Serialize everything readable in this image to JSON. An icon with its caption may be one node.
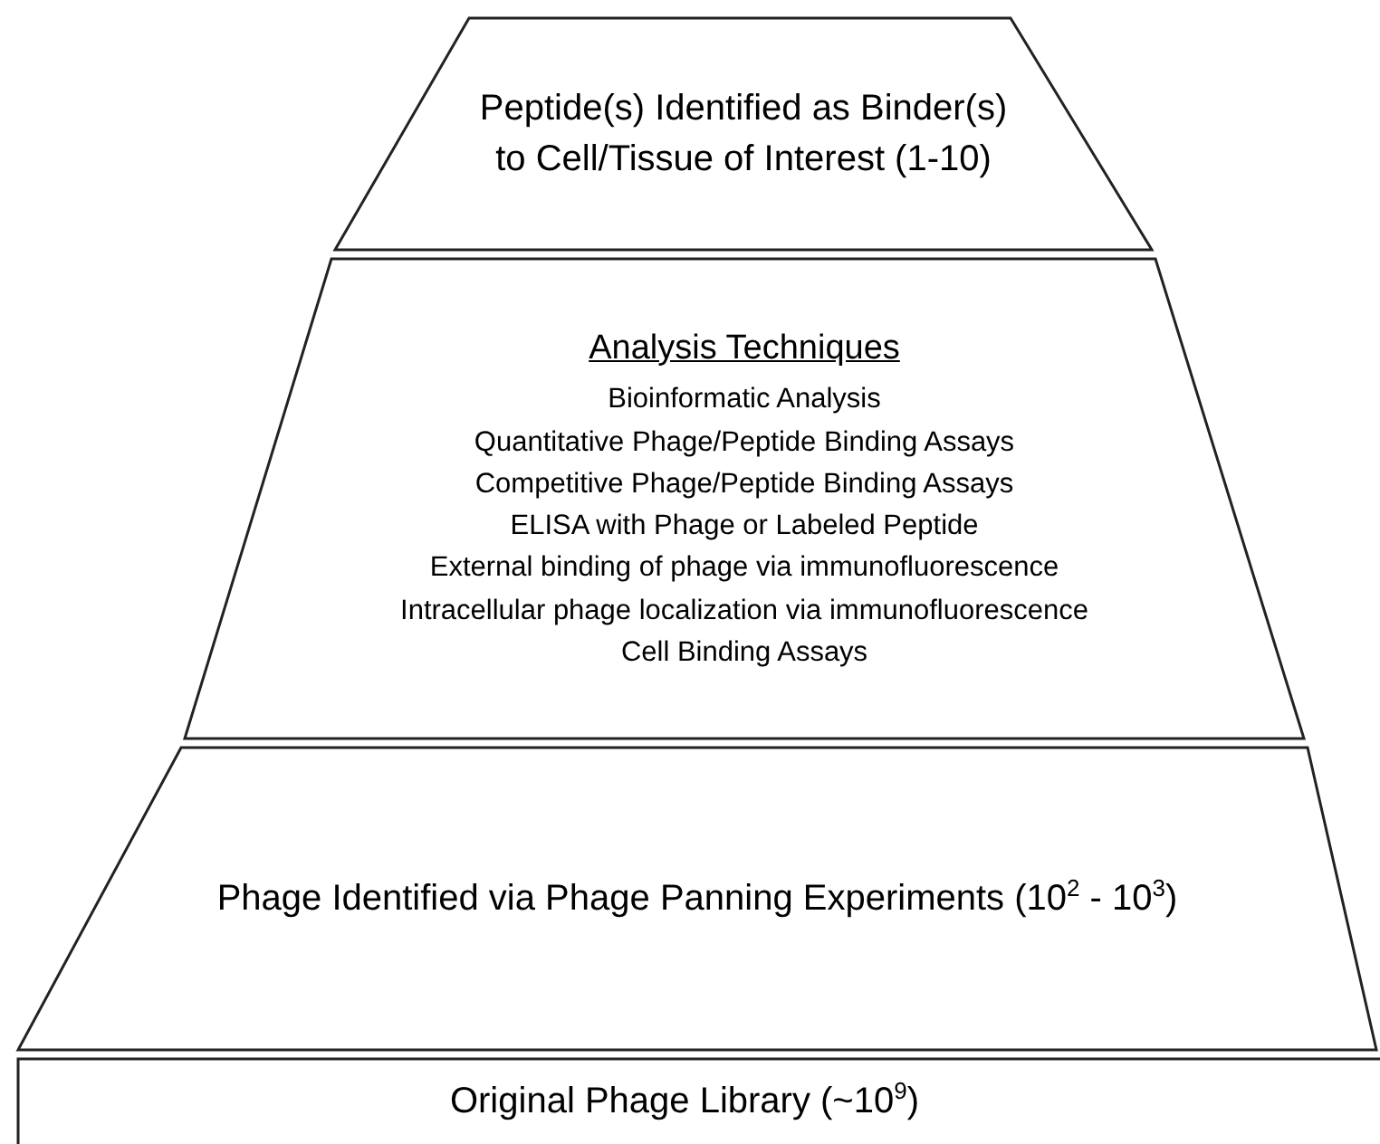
{
  "diagram": {
    "nodes": [
      {
        "text": [
          "Peptide(s) Identified as Binder(s) to Cell/Tissue of Interest (1-10)"
        ]
      },
      {
        "text": [
          "Analysis Techniques",
          "Bioinformatic Analysis",
          "Quantitative Phage/Peptide Binding Assays",
          "Competitive Phage/Peptide Binding Assays",
          "ELISA with Phage or Labeled Peptide",
          "External binding of phage via immunofluorescence",
          "Intracellular phage localization via immunofluorescence",
          "Cell Binding Assays"
        ]
      },
      {
        "text": [
          "Phage Identified via Phage Panning Experiments (10$^{2}$ - 10$^{3}$)"
        ]
      },
      {
        "text": [
          "Original Phage Library (~10$^{9}$)"
        ]
      }
    ]
  }
}
